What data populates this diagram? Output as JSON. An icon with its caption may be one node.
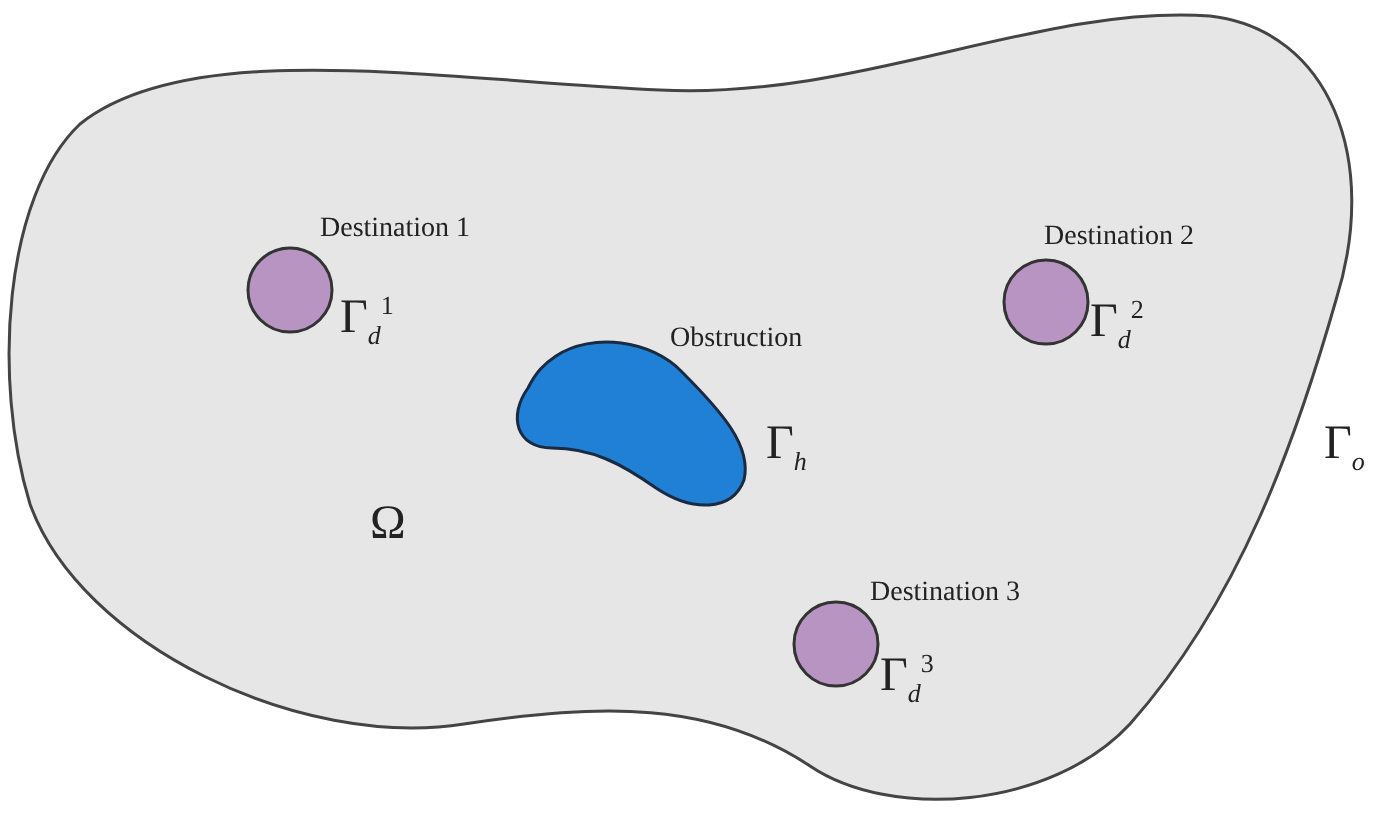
{
  "diagram": {
    "nodes": [
      {
        "text": [
          "Ω"
        ],
        "beside": [
          "Γ$_{o}$"
        ]
      },
      {
        "text": [],
        "shape": "circle",
        "in": 0,
        "beside": [
          "Destination 1",
          "Γ$_{d}$$^{1}$"
        ]
      },
      {
        "text": [],
        "shape": "circle",
        "in": 0,
        "beside": [
          "Destination 2",
          "Γ$_{d}$$^{2}$"
        ]
      },
      {
        "text": [],
        "shape": "cloud",
        "in": 0,
        "beside": [
          "Obstruction",
          "Γ$_{h}$"
        ]
      },
      {
        "text": [],
        "shape": "circle",
        "in": 0,
        "beside": [
          "Destination 3",
          "Γ$_{d}$$^{3}$"
        ]
      }
    ],
    "edges": []
  }
}
